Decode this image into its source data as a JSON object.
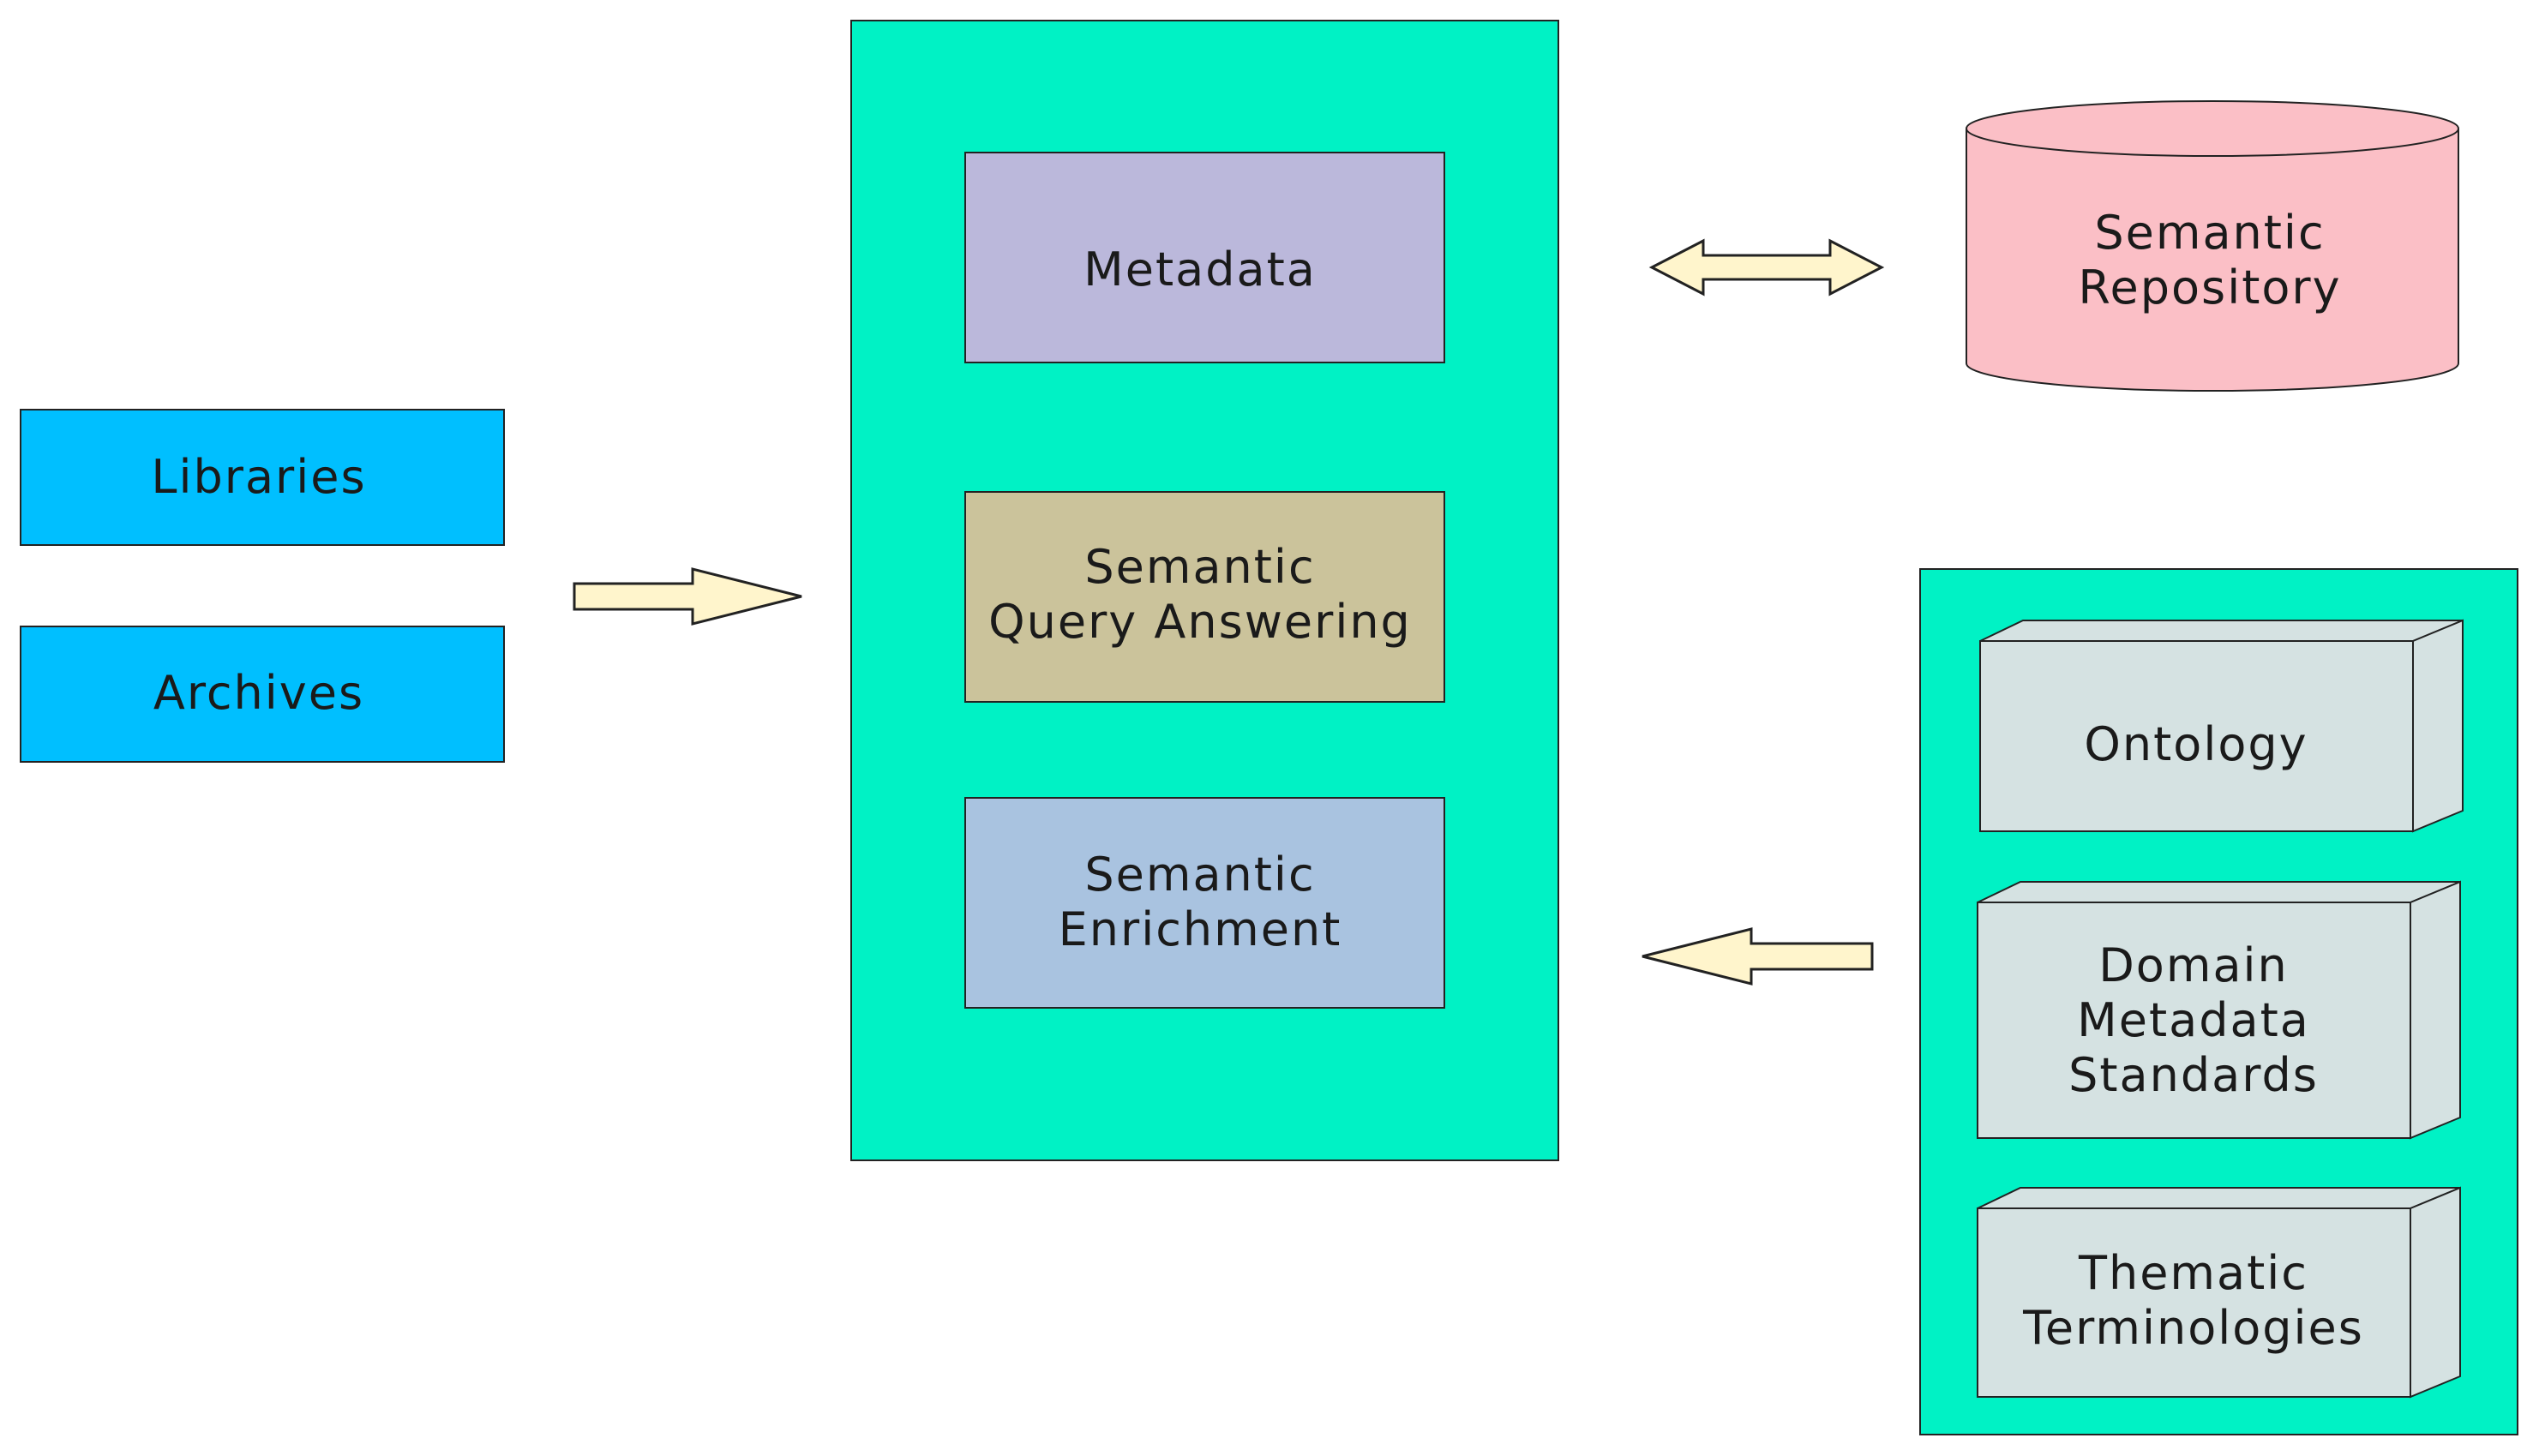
{
  "sources": {
    "libraries": "Libraries",
    "archives": "Archives"
  },
  "core": {
    "metadata": "Metadata",
    "query_answering": [
      "Semantic",
      "Query Answering"
    ],
    "enrichment": [
      "Semantic",
      "Enrichment"
    ]
  },
  "repository": [
    "Semantic",
    "Repository"
  ],
  "knowledge": {
    "ontology": "Ontology",
    "domain_standards": [
      "Domain",
      "Metadata",
      "Standards"
    ],
    "thematic_terminologies": [
      "Thematic",
      "Terminologies"
    ]
  },
  "colors": {
    "source_box": "#00bfff",
    "core_container": "#00f2c5",
    "metadata_box": "#bbb8db",
    "query_box": "#cbc39b",
    "enrichment_box": "#a9c3e0",
    "repository": "#fbbfc6",
    "knowledge_container": "#00f2c5",
    "knowledge_box": "#d5e2e2",
    "arrow_fill": "#fff5cc"
  }
}
